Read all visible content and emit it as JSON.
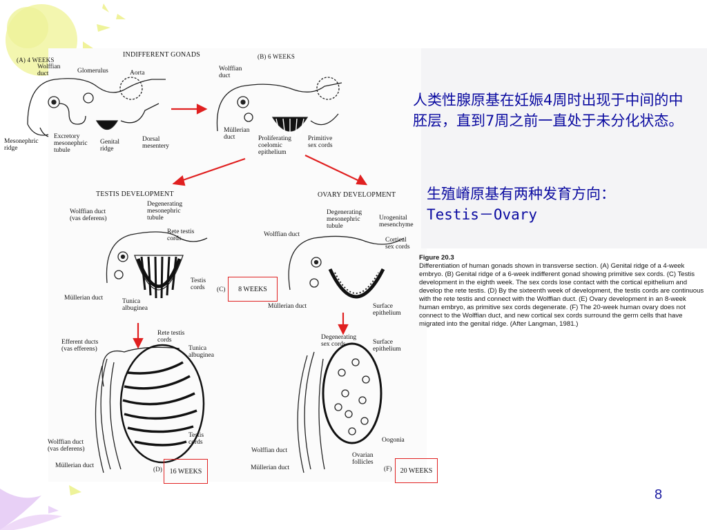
{
  "slide": {
    "chinese_para1": "人类性腺原基在妊娠4周时出现于中间的中胚层，直到7周之前一直处于未分化状态。",
    "chinese_para2_line1": "生殖嵴原基有两种发育方向：",
    "chinese_para2_line2": "Testis－Ovary",
    "page_number": "8"
  },
  "figure": {
    "caption_title": "Figure 20.3",
    "caption_text": "Differentiation of human gonads shown in transverse section. (A) Genital ridge of a 4-week embryo. (B) Genital ridge of a 6-week indifferent gonad showing primitive sex cords. (C) Testis development in the eighth week. The sex cords lose contact with the cortical epithelium and develop the rete testis. (D) By the sixteenth week of development, the testis cords are continuous with the rete testis and connect with the Wolffian duct. (E) Ovary development in an 8-week human embryo, as primitive sex cords degenerate. (F) The 20-week human ovary does not connect to the Wolffian duct, and new cortical sex cords surround the germ cells that have migrated into the genital ridge. (After Langman, 1981.)",
    "header_indifferent": "INDIFFERENT GONADS",
    "header_testis": "TESTIS DEVELOPMENT",
    "header_ovary": "OVARY DEVELOPMENT",
    "panel_a": "(A)  4 WEEKS",
    "panel_b": "(B)  6 WEEKS",
    "panel_c": "(C)",
    "panel_d": "(D)",
    "panel_f": "(F)",
    "box_8": "8 WEEKS",
    "box_16": "16 WEEKS",
    "box_20": "20 WEEKS",
    "labels": {
      "a_wolffian": "Wolffian",
      "a_duct": "duct",
      "a_glomerulus": "Glomerulus",
      "a_aorta": "Aorta",
      "a_meso1": "Mesonephric",
      "a_meso2": "ridge",
      "a_exc1": "Excretory",
      "a_exc2": "mesonephric",
      "a_exc3": "tubule",
      "a_gen1": "Genital",
      "a_gen2": "ridge",
      "a_dor1": "Dorsal",
      "a_dor2": "mesentery",
      "b_wolffian": "Wolffian",
      "b_duct": "duct",
      "b_mul1": "Müllerian",
      "b_mul2": "duct",
      "b_pro1": "Proliferating",
      "b_pro2": "coelomic",
      "b_pro3": "epithelium",
      "b_prim1": "Primitive",
      "b_prim2": "sex cords",
      "c_wol1": "Wolffian duct",
      "c_wol2": "(vas deferens)",
      "c_deg1": "Degenerating",
      "c_deg2": "mesonephric",
      "c_deg3": "tubule",
      "c_rete1": "Rete testis",
      "c_rete2": "cords",
      "c_tes1": "Testis",
      "c_tes2": "cords",
      "c_mul": "Müllerian duct",
      "c_tun1": "Tunica",
      "c_tun2": "albuginea",
      "e_deg1": "Degenerating",
      "e_deg2": "mesonephric",
      "e_deg3": "tubule",
      "e_uro1": "Urogenital",
      "e_uro2": "mesenchyme",
      "e_wol": "Wolffian duct",
      "e_cort1": "Cortical",
      "e_cort2": "sex cords",
      "e_mul": "Müllerian duct",
      "e_surf1": "Surface",
      "e_surf2": "epithelium",
      "d_eff1": "Efferent ducts",
      "d_eff2": "(vas efferens)",
      "d_rete1": "Rete testis",
      "d_rete2": "cords",
      "d_tun1": "Tunica",
      "d_tun2": "albuginea",
      "d_wol1": "Wolffian duct",
      "d_wol2": "(vas deferens)",
      "d_tes1": "Testis",
      "d_tes2": "cords",
      "d_mul": "Müllerian duct",
      "f_deg1": "Degenerating",
      "f_deg2": "sex cords",
      "f_surf1": "Surface",
      "f_surf2": "epithelium",
      "f_oog": "Oogonia",
      "f_wol": "Wolffian duct",
      "f_ova1": "Ovarian",
      "f_ova2": "follicles",
      "f_mul": "Müllerian duct"
    }
  },
  "colors": {
    "accent_red": "#e02020",
    "text_blue": "#0a0aa0",
    "deco_yellow": "#f2f5a0",
    "deco_purple": "#e3c8f5"
  }
}
